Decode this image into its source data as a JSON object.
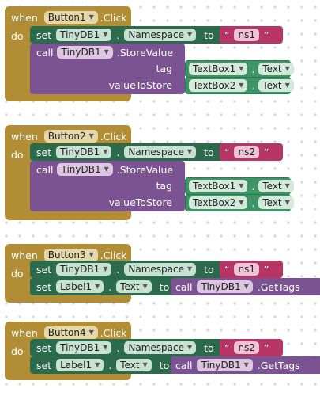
{
  "keywords": {
    "when": "when",
    "do": "do",
    "set": "set",
    "call": "call",
    "to": "to",
    "click": ".Click",
    "namespace": "Namespace",
    "storevalue": ".StoreValue",
    "gettags": ".GetTags",
    "tag": "tag",
    "valuetostore": "valueToStore",
    "text": "Text",
    "dot": ".",
    "quote_open": "“",
    "quote_close": "”"
  },
  "blocks": [
    {
      "button": "Button1",
      "set_component": "TinyDB1",
      "namespace_value": "ns1",
      "call_component": "TinyDB1",
      "tag_component": "TextBox1",
      "value_component": "TextBox2"
    },
    {
      "button": "Button2",
      "set_component": "TinyDB1",
      "namespace_value": "ns2",
      "call_component": "TinyDB1",
      "tag_component": "TextBox1",
      "value_component": "TextBox2"
    },
    {
      "button": "Button3",
      "set_component": "TinyDB1",
      "namespace_value": "ns1",
      "label_component": "Label1",
      "call_component": "TinyDB1"
    },
    {
      "button": "Button4",
      "set_component": "TinyDB1",
      "namespace_value": "ns2",
      "label_component": "Label1",
      "call_component": "TinyDB1"
    }
  ],
  "colors": {
    "event": "#b18e35",
    "setter": "#2b6a4b",
    "procedure": "#7b5393",
    "string": "#b73565",
    "property_getter": "#3f9467"
  }
}
